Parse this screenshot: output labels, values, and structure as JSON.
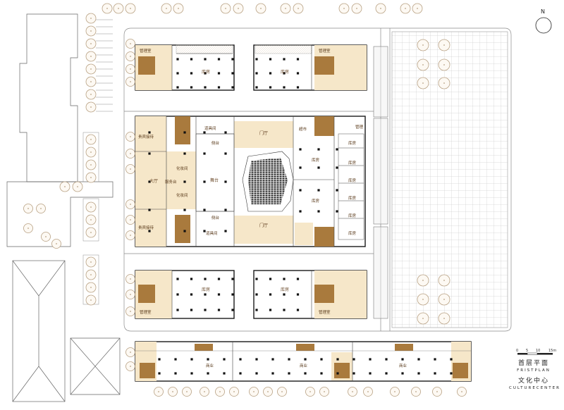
{
  "north_label": "N",
  "rooms": {
    "mgmt": "管理室",
    "storage": "库房",
    "guest": "贵宾接待",
    "hall": "大厅",
    "props": "道具间",
    "foyer": "门厅",
    "backstage": "侧台",
    "stage": "舞台",
    "dressing": "化妆间",
    "service": "服务台",
    "supermarket": "超市",
    "manage": "管理",
    "commerce": "商业"
  },
  "scale": {
    "ticks": [
      "0",
      "5",
      "10",
      "15m"
    ]
  },
  "title": {
    "plan_cn": "首层平面",
    "plan_en": "FRISTPLAN",
    "center_cn": "文化中心",
    "center_en": "CULTURECENTER"
  },
  "colors": {
    "wall": "#1a1a1a",
    "floor_tan": "#f6e7c9",
    "stair_brown": "#a97a3d",
    "tree": "#b8a183"
  }
}
